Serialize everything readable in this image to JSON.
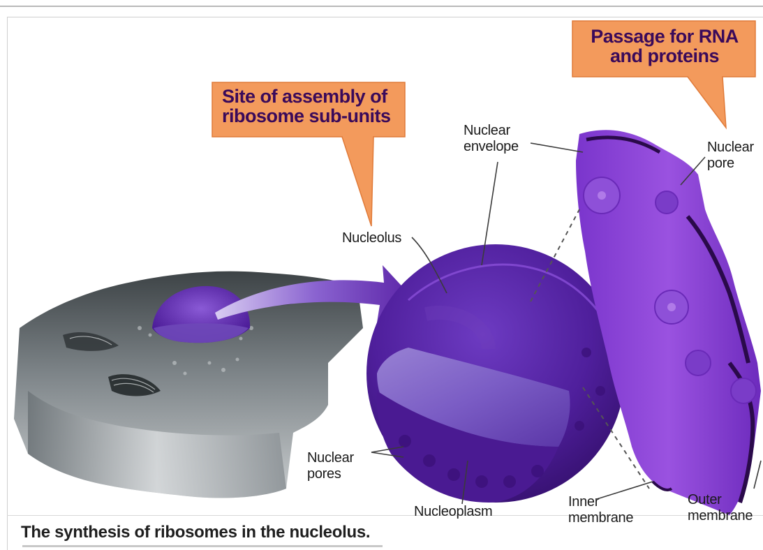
{
  "callouts": {
    "assembly": {
      "line1": "Site of assembly of",
      "line2": "ribosome sub-units"
    },
    "passage": {
      "line1": "Passage for RNA",
      "line2": "and proteins"
    }
  },
  "labels": {
    "nucleolus": "Nucleolus",
    "nuclear_envelope_1": "Nuclear",
    "nuclear_envelope_2": "envelope",
    "nuclear_pore_1": "Nuclear",
    "nuclear_pore_2": "pore",
    "nuclear_pores_1": "Nuclear",
    "nuclear_pores_2": "pores",
    "nucleoplasm": "Nucleoplasm",
    "inner_membrane_1": "Inner",
    "inner_membrane_2": "membrane",
    "outer_membrane_1": "Outer",
    "outer_membrane_2": "membrane"
  },
  "caption": "The synthesis of ribosomes in the nucleolus.",
  "colors": {
    "callout_fill": "#f39a5c",
    "callout_text": "#3a0a5a",
    "nucleus_purple": "#5a22a6",
    "membrane_purple": "#8a3fd4",
    "cell_grey": "#8f9599"
  }
}
